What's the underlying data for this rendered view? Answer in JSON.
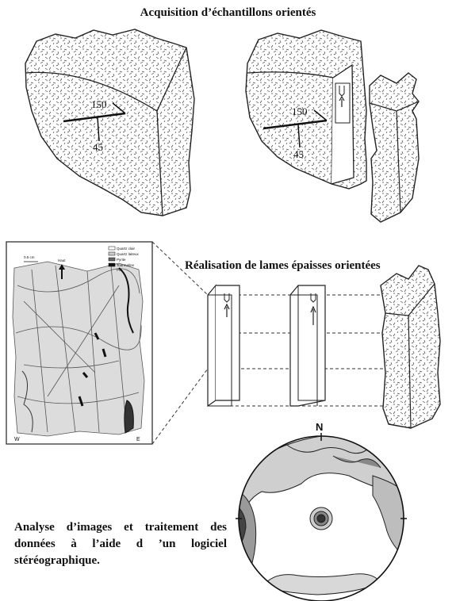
{
  "titles": {
    "acquisition": "Acquisition d’échantillons orientés",
    "lames": "Réalisation de lames épaisses orientées",
    "analyse": "Analyse d’images et traitement des données à l’aide d ’un logiciel stéréographique."
  },
  "block_labels": {
    "strike": "150",
    "dip": "45"
  },
  "thin_section": {
    "scale": "0.5 cm",
    "arrow_label": "Haut",
    "legend": [
      "Quartz clair",
      "Quartz laiteux",
      "Pyrite",
      "Tourmaline",
      "PIJ"
    ],
    "west": "W",
    "east": "E"
  },
  "stereonet": {
    "north_label": "N"
  }
}
